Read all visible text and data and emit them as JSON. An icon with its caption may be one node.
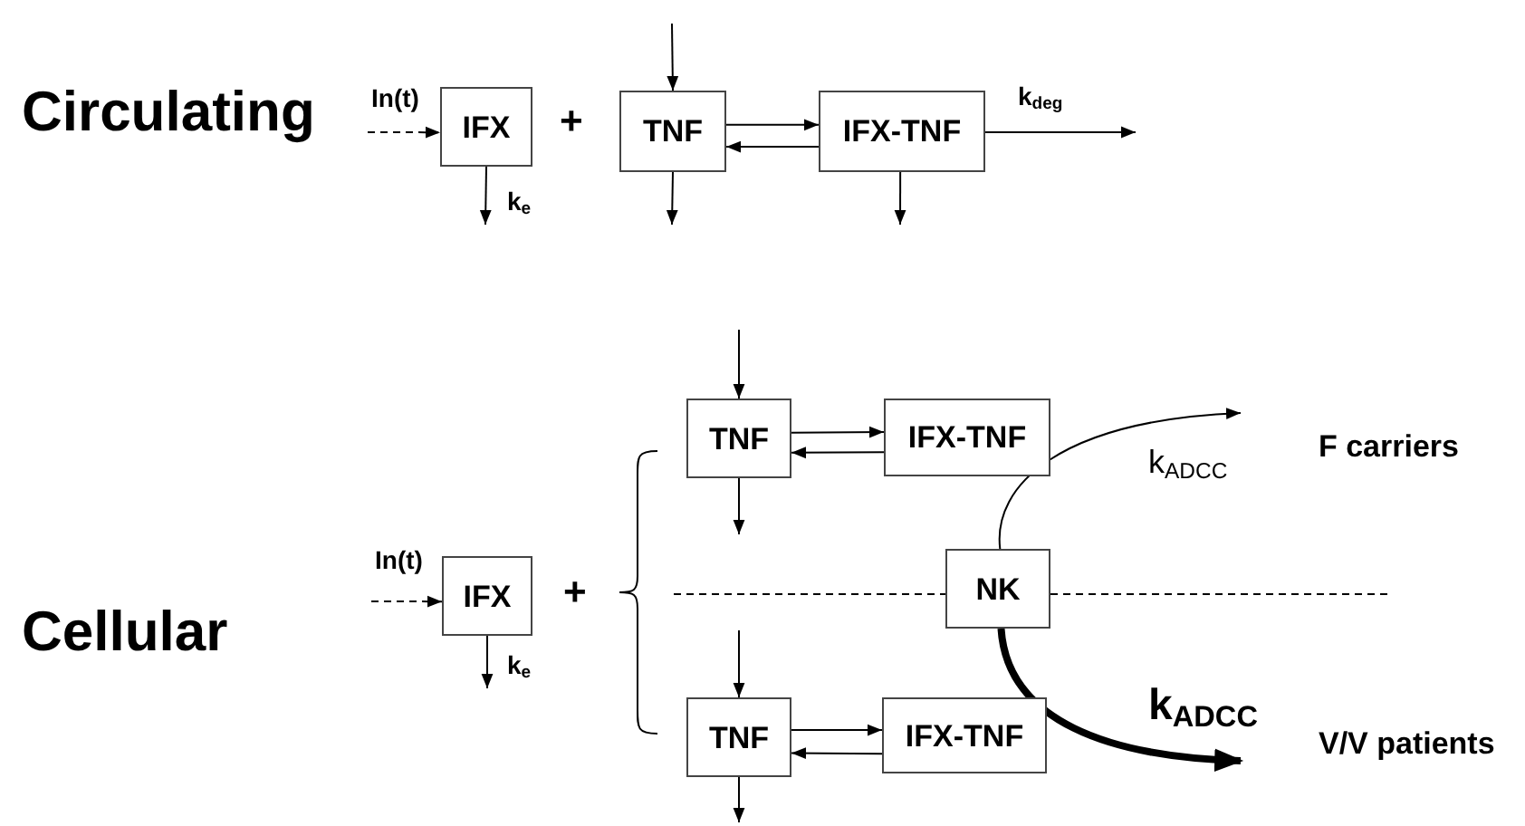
{
  "diagram": {
    "nodes": [
      {
        "text": [
          "IFX"
        ]
      },
      {
        "text": [
          "TNF"
        ]
      },
      {
        "text": [
          "IFX-TNF"
        ]
      },
      {
        "text": [
          "IFX"
        ]
      },
      {
        "text": [
          "TNF"
        ]
      },
      {
        "text": [
          "IFX-TNF"
        ]
      },
      {
        "text": [
          "NK"
        ]
      },
      {
        "text": [
          "TNF"
        ]
      },
      {
        "text": [
          "IFX-TNF"
        ]
      }
    ],
    "edges": [
      {
        "from": null,
        "to": 0,
        "arrow": "to",
        "style": "dashed",
        "label": "In(t)"
      },
      {
        "from": 0,
        "to": null,
        "arrow": "to",
        "label": "k$_{e}$"
      },
      {
        "from": null,
        "to": 1,
        "arrow": "to"
      },
      {
        "from": 1,
        "to": 2,
        "arrow": "to"
      },
      {
        "from": 2,
        "to": 1,
        "arrow": "to"
      },
      {
        "from": 1,
        "to": null,
        "arrow": "to"
      },
      {
        "from": 2,
        "to": null,
        "arrow": "to",
        "label": "k$_{deg}$"
      },
      {
        "from": 2,
        "to": null,
        "arrow": "to"
      },
      {
        "from": null,
        "to": 3,
        "arrow": "to",
        "style": "dashed",
        "label": "In(t)"
      },
      {
        "from": 3,
        "to": null,
        "arrow": "to",
        "label": "k$_{e}$"
      },
      {
        "from": null,
        "to": 4,
        "arrow": "to"
      },
      {
        "from": 4,
        "to": 5,
        "arrow": "to"
      },
      {
        "from": 5,
        "to": 4,
        "arrow": "to"
      },
      {
        "from": 4,
        "to": null,
        "arrow": "to"
      },
      {
        "from": 6,
        "to": null,
        "arrow": "to",
        "label": "k$_{ADCC}$"
      },
      {
        "from": null,
        "to": 7,
        "arrow": "to"
      },
      {
        "from": 7,
        "to": 8,
        "arrow": "to"
      },
      {
        "from": 8,
        "to": 7,
        "arrow": "to"
      },
      {
        "from": 7,
        "to": null,
        "arrow": "to"
      },
      {
        "from": 6,
        "to": null,
        "arrow": "to",
        "style": "thick",
        "label": "k$_{ADCC}$"
      }
    ],
    "labels": [
      "Circulating",
      "+",
      "Cellular",
      "+",
      "F carriers",
      "V/V patients"
    ]
  }
}
